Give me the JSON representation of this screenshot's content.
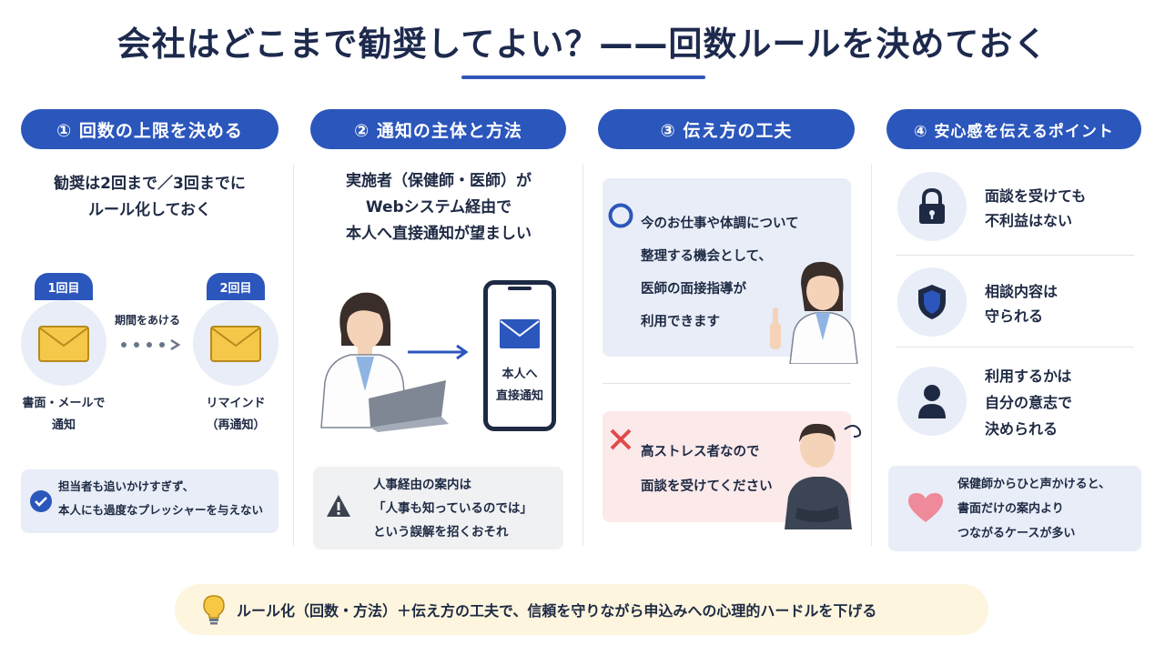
{
  "title": "会社はどこまで勧奨してよい？——回数ルールを決めておく",
  "colors": {
    "primary": "#2b56bc",
    "light_blue": "#e8edf7",
    "pink": "#fce9ea",
    "cream": "#fdf5dd",
    "red_x": "#e04a4a"
  },
  "section1": {
    "header": "① 回数の上限を決める",
    "lead_1": "勧奨は2回まで／3回までに",
    "lead_2": "ルール化しておく",
    "first_badge": "1回目",
    "second_badge": "2回目",
    "interval_label": "期間をあける",
    "first_caption_1": "書面・メールで",
    "first_caption_2": "通知",
    "second_caption_1": "リマインド",
    "second_caption_2": "（再通知）",
    "note_1": "担当者も追いかけすぎず、",
    "note_2": "本人にも過度なプレッシャーを与えない",
    "icons": [
      "envelope-icon",
      "dots-arrow-icon",
      "check-circle-icon"
    ]
  },
  "section2": {
    "header": "② 通知の主体と方法",
    "lead_1": "実施者（保健師・医師）が",
    "lead_2": "Webシステム経由で",
    "lead_3": "本人へ直接通知が望ましい",
    "phone_label_1": "本人へ",
    "phone_label_2": "直接通知",
    "warning_1": "人事経由の案内は",
    "warning_2": "「人事も知っているのでは」",
    "warning_3": "という誤解を招くおそれ",
    "icons": [
      "doctor-with-laptop-icon",
      "arrow-right-icon",
      "smartphone-icon",
      "warning-icon"
    ]
  },
  "section3": {
    "header": "③ 伝え方の工夫",
    "good_1": "今のお仕事や体調について",
    "good_2": "整理する機会として、",
    "good_3": "医師の面接指導が",
    "good_4": "利用できます",
    "bad_1": "高ストレス者なので",
    "bad_2": "面談を受けてください",
    "icons": [
      "circle-ok-icon",
      "cross-ng-icon",
      "doctor-pointing-icon",
      "worried-man-icon"
    ]
  },
  "section4": {
    "header": "④ 安心感を伝えるポイント",
    "point1_1": "面談を受けても",
    "point1_2": "不利益はない",
    "point2_1": "相談内容は",
    "point2_2": "守られる",
    "point3_1": "利用するかは",
    "point3_2": "自分の意志で",
    "point3_3": "決められる",
    "note_1": "保健師からひと声かけると、",
    "note_2": "書面だけの案内より",
    "note_3": "つながるケースが多い",
    "icons": [
      "lock-icon",
      "shield-icon",
      "person-icon",
      "heart-icon"
    ]
  },
  "footer": {
    "text": "ルール化（回数・方法）＋伝え方の工夫で、信頼を守りながら申込みへの心理的ハードルを下げる",
    "icon": "lightbulb-icon"
  }
}
